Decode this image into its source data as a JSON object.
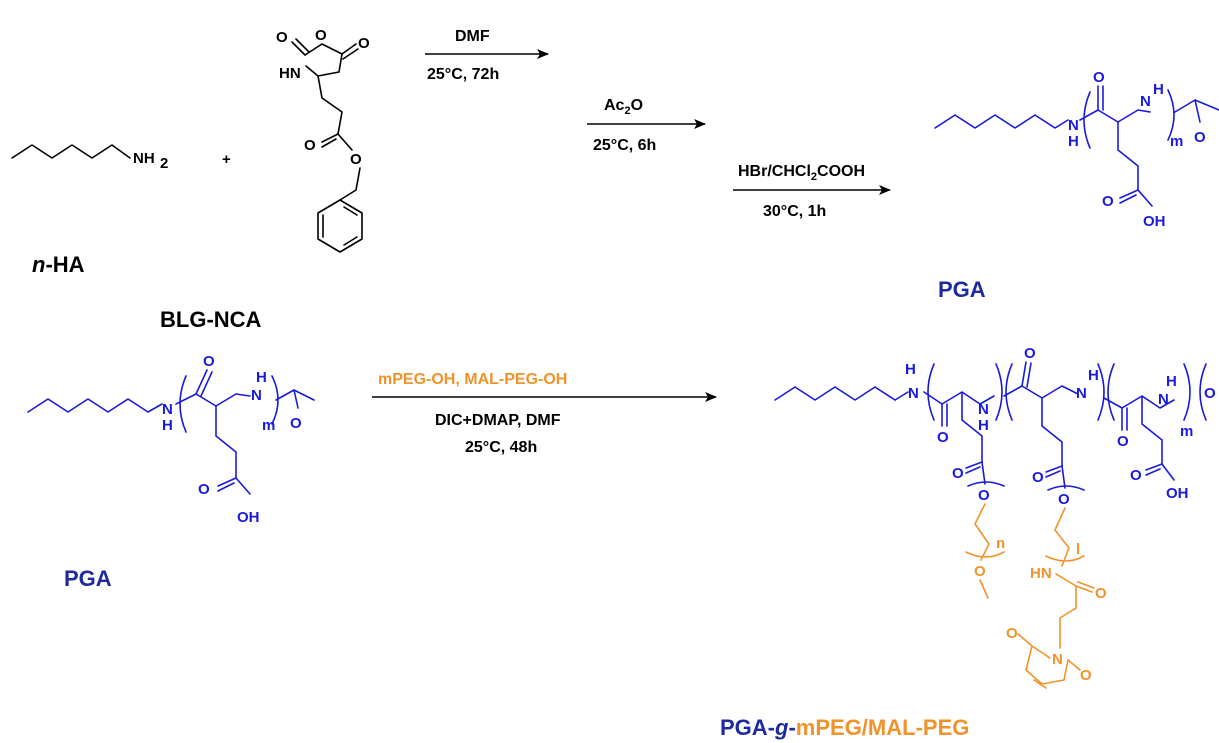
{
  "colors": {
    "black": "#000000",
    "blue": "#1a1adc",
    "orange": "#f0932b",
    "label_navy": "#1e2a9e"
  },
  "atoms": {
    "nh2": "NH",
    "nh2_sub": "2",
    "O": "O",
    "HN": "HN",
    "NH": "N",
    "H": "H",
    "OH": "OH",
    "m": "m",
    "n": "n",
    "l": "l"
  },
  "plus": "+",
  "labels": {
    "nha_italic": "n",
    "nha_rest": "-HA",
    "blgnca": "BLG-NCA",
    "pga1": "PGA",
    "pga2": "PGA",
    "final_a": "PGA-",
    "final_g": "g",
    "final_b": "-",
    "final_c": "mPEG/MAL-PEG"
  },
  "conditions": {
    "step1_top": "DMF",
    "step1_bottom": "25°C, 72h",
    "step2_top_a": "Ac",
    "step2_top_sub": "2",
    "step2_top_b": "O",
    "step2_bottom": "25°C, 6h",
    "step3_top_a": "HBr/CHCl",
    "step3_top_sub": "2",
    "step3_top_b": "COOH",
    "step3_bottom": "30°C, 1h",
    "step4_top": "mPEG-OH, MAL-PEG-OH",
    "step4_mid": "DIC+DMAP, DMF",
    "step4_bottom": "25°C, 48h"
  }
}
